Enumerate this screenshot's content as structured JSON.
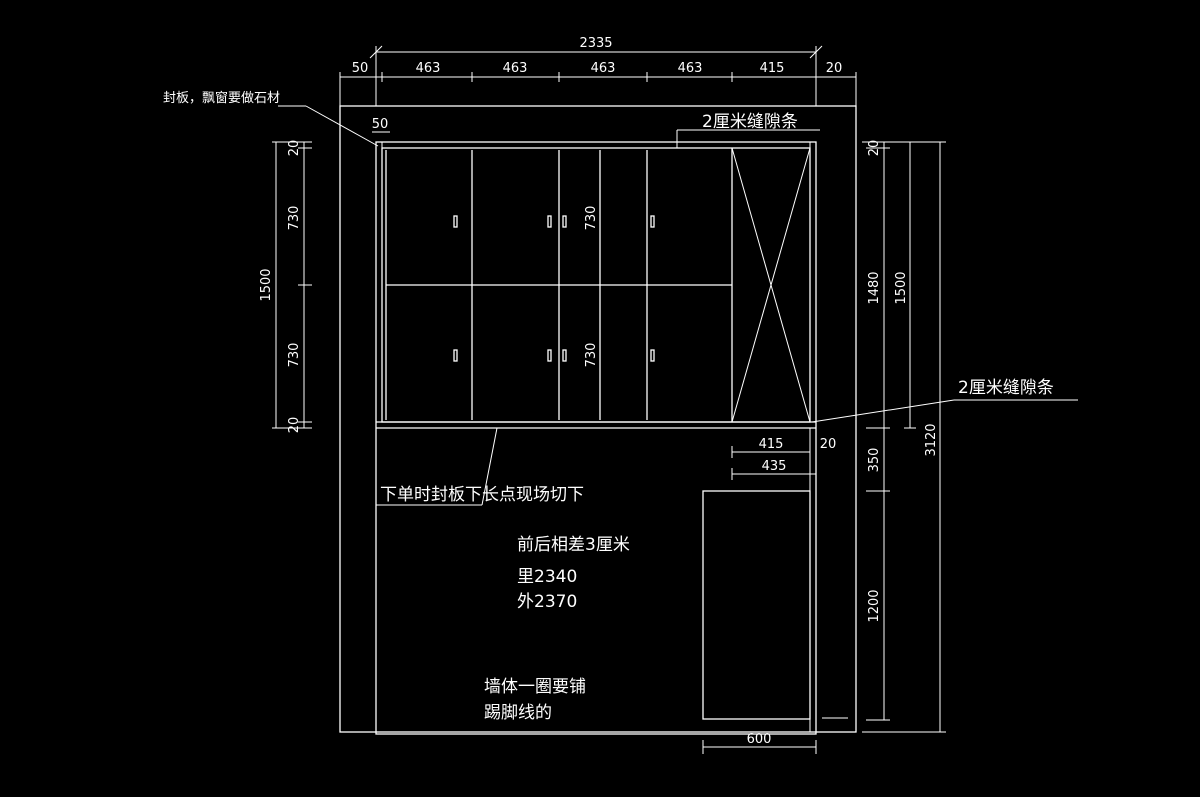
{
  "dimensions": {
    "top_total": "2335",
    "top_segments": [
      "50",
      "463",
      "463",
      "463",
      "463",
      "415",
      "20"
    ],
    "inner_50": "50",
    "left_outer": "1500",
    "left_segments": [
      "20",
      "730",
      "730",
      "20"
    ],
    "center_730_upper": "730",
    "center_730_lower": "730",
    "right_inner_upper": "20",
    "right_1480": "1480",
    "right_1500": "1500",
    "right_350": "350",
    "right_1200": "1200",
    "right_3120": "3120",
    "gap_415": "415",
    "gap_20": "20",
    "gap_435": "435",
    "bottom_600": "600"
  },
  "notes": {
    "seal_board": "封板，飘窗要做石材",
    "gap_strip_top": "2厘米缝隙条",
    "gap_strip_right": "2厘米缝隙条",
    "cut_note": "下单时封板下长点现场切下",
    "diff_note": "前后相差3厘米",
    "inner_value": "里2340",
    "outer_value": "外2370",
    "skirting_line1": "墙体一圈要铺",
    "skirting_line2": "踢脚线的"
  }
}
